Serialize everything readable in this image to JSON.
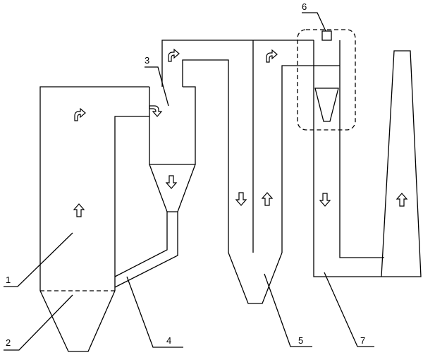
{
  "labels": {
    "1": "1",
    "2": "2",
    "3": "3",
    "4": "4",
    "5": "5",
    "6": "6",
    "7": "7"
  },
  "colors": {
    "line": "#000000",
    "background": "#ffffff"
  },
  "icons": {
    "flow_up": "arrow-up-icon",
    "flow_down": "arrow-down-icon",
    "flow_turn": "turn-arrow-icon"
  }
}
